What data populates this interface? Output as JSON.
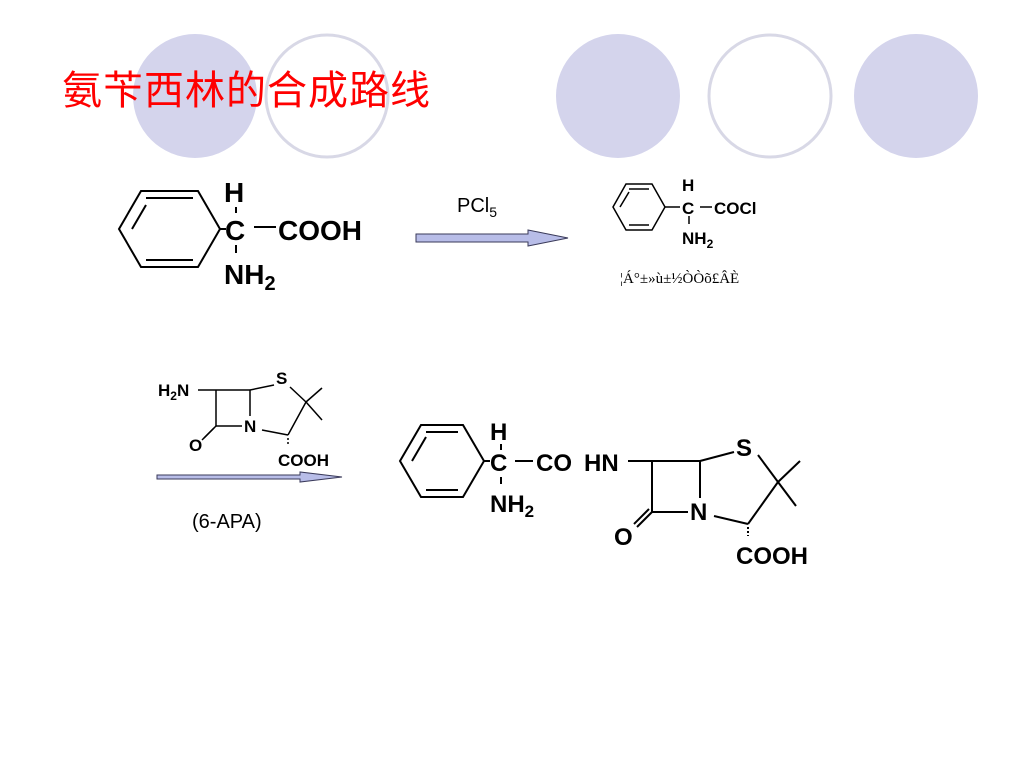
{
  "slide": {
    "title": "氨苄西林的合成路线",
    "title_color": "#ff0000",
    "circle_fill": "#d4d4ec",
    "circle_stroke": "#d4d4ec",
    "circle_ring_stroke": "#d8d8e6",
    "arrow_fill": "#b8bde8",
    "arrow_stroke": "#3a3a5a"
  },
  "step1": {
    "reactant": {
      "h": "H",
      "c": "C",
      "cooh": "COOH",
      "nh": "NH",
      "nh_sub": "2"
    },
    "reagent": {
      "text": "PCl",
      "sub": "5"
    },
    "product": {
      "h": "H",
      "c": "C",
      "cocl": "COCl",
      "nh": "NH",
      "nh_sub": "2",
      "garbled_label": "¦Á°±»ù±½ÒÒõ£ÂÈ"
    }
  },
  "step2": {
    "apa": {
      "h2n_h": "H",
      "h2n_sub": "2",
      "h2n_n": "N",
      "s": "S",
      "n": "N",
      "o": "O",
      "cooh": "COOH",
      "label": "(6-APA)"
    },
    "product": {
      "h": "H",
      "c": "C",
      "co": "CO",
      "hn": "HN",
      "nh": "NH",
      "nh_sub": "2",
      "s": "S",
      "n": "N",
      "o": "O",
      "cooh": "COOH"
    }
  }
}
